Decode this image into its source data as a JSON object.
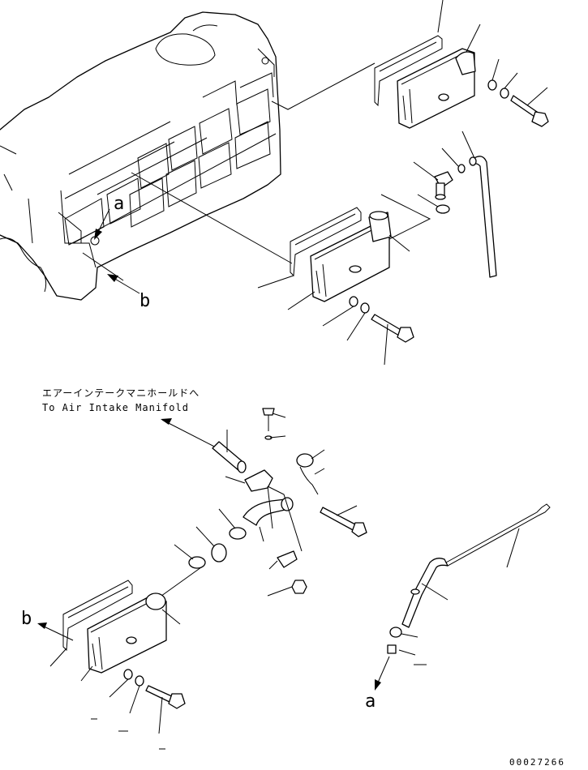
{
  "destination_note": {
    "japanese": "エアーインテークマニホールドへ",
    "english": "To Air Intake Manifold"
  },
  "reference_labels": {
    "a_upper": "a",
    "b_upper": "b",
    "a_lower": "a",
    "b_lower": "b"
  },
  "drawing_code": "00027266"
}
